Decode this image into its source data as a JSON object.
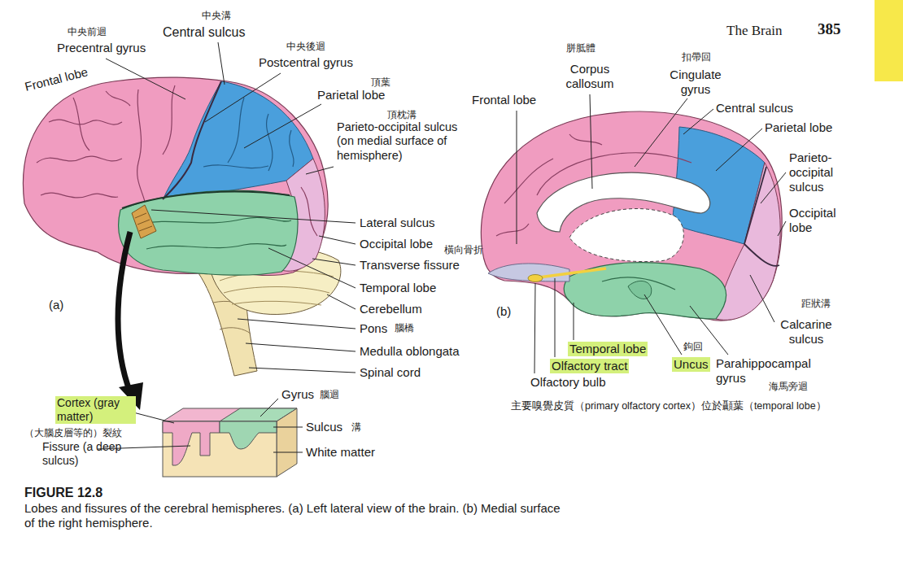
{
  "diagram": {
    "title": "FIGURE 12.8",
    "caption": "Lobes and fissures of the cerebral hemispheres. (a) Left lateral view of the brain. (b) Medial surface of the right hemisphere.",
    "labels": [
      "The Brain",
      "385",
      "中央溝",
      "Central sulcus",
      "中央前迴",
      "Precentral gyrus",
      "Frontal lobe",
      "中央後迴",
      "Postcentral gyrus",
      "頂葉",
      "Parietal lobe",
      "頂枕溝",
      "Parieto-occipital sulcus (on medial surface of hemisphere)",
      "Lateral sulcus",
      "Occipital lobe",
      "橫向骨折",
      "Transverse fissure",
      "Temporal lobe",
      "(a)",
      "Cerebellum",
      "Pons",
      "腦橋",
      "Medulla oblongata",
      "Spinal cord",
      "Gyrus",
      "腦迴",
      "Cortex (gray matter)",
      "Sulcus",
      "溝",
      "（大腦皮層等的）裂紋",
      "Fissure (a deep sulcus)",
      "White matter",
      "胼胝體",
      "Corpus callosum",
      "扣帶回",
      "Cingulate gyrus",
      "Frontal lobe",
      "Central sulcus",
      "Parietal lobe",
      "Parieto-occipital sulcus",
      "Occipital lobe",
      "(b)",
      "距狀溝",
      "Calcarine sulcus",
      "鉤回",
      "Temporal lobe",
      "Olfactory tract",
      "Uncus",
      "Parahippocampal gyrus",
      "Olfactory bulb",
      "海馬旁迴",
      "主要嗅覺皮質（primary olfactory cortex）位於顳葉（temporal lobe）"
    ]
  }
}
